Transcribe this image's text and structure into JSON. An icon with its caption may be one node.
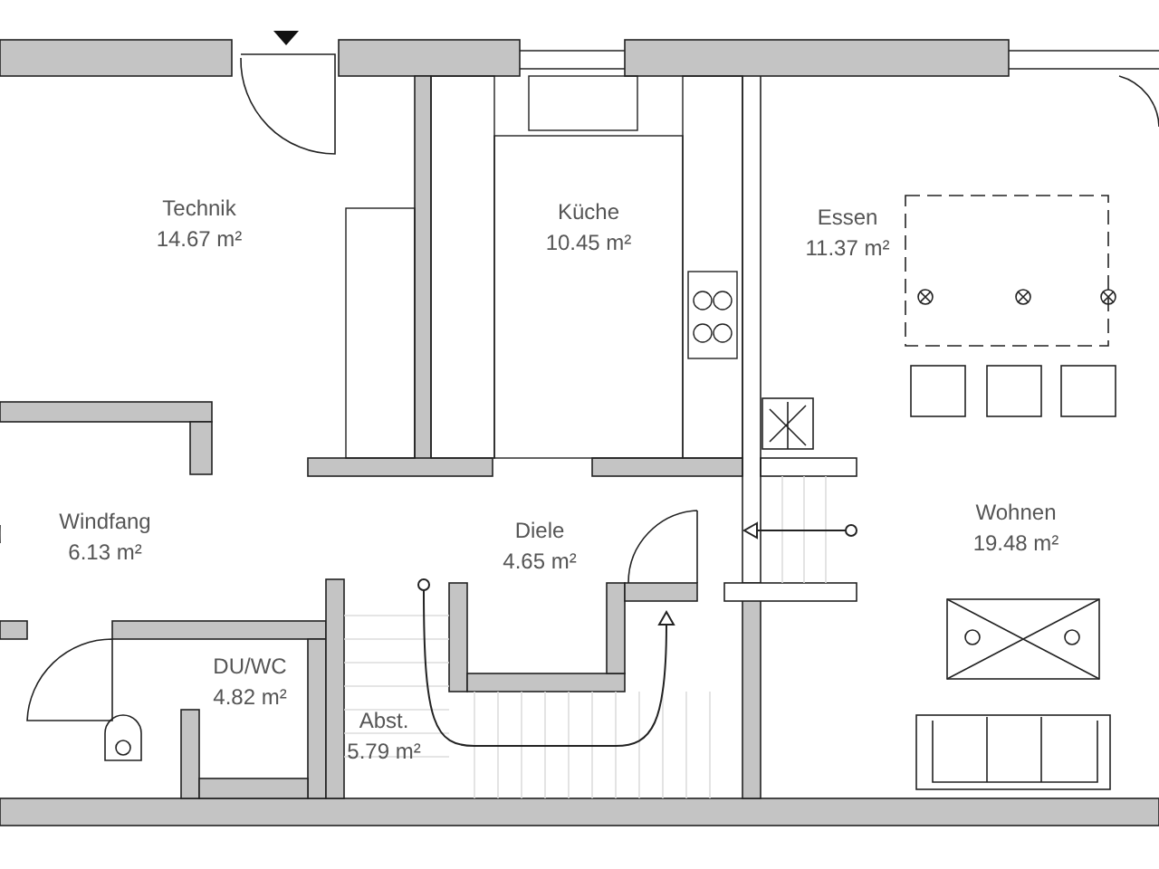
{
  "diagram": {
    "nodes": [
      {
        "text": [
          "Technik",
          "14.67 m²"
        ]
      },
      {
        "text": [
          "Küche",
          "10.45 m²"
        ]
      },
      {
        "text": [
          "Essen",
          "11.37 m²"
        ]
      },
      {
        "text": [
          "Windfang",
          "6.13 m²"
        ]
      },
      {
        "text": [
          "Diele",
          "4.65 m²"
        ]
      },
      {
        "text": [
          "Wohnen",
          "19.48 m²"
        ]
      },
      {
        "text": [
          "DU/WC",
          "4.82 m²"
        ]
      },
      {
        "text": [
          "Abst.",
          "5.79 m²"
        ]
      }
    ]
  }
}
